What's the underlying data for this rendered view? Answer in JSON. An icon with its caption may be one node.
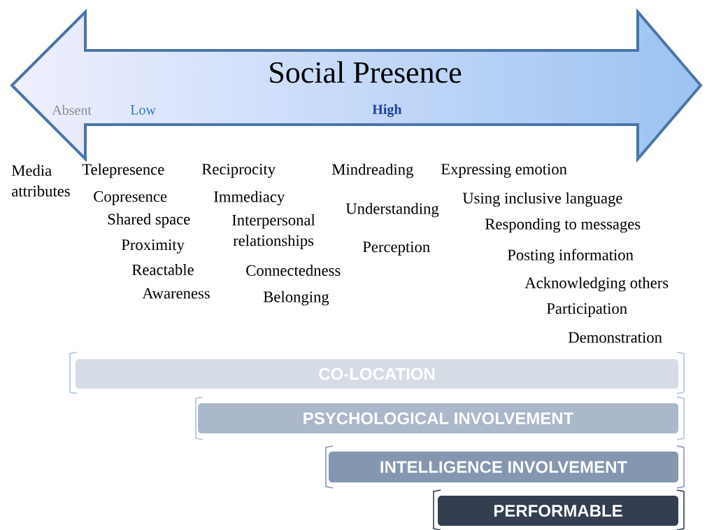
{
  "diagram": {
    "nodes": [
      {
        "text": [
          "Social Presence",
          "Absent",
          "Low",
          "High"
        ]
      },
      {
        "text": [
          "CO-LOCATION"
        ]
      },
      {
        "text": [
          "PSYCHOLOGICAL INVOLVEMENT"
        ]
      },
      {
        "text": [
          "INTELLIGENCE INVOLVEMENT"
        ]
      },
      {
        "text": [
          "PERFORMABLE"
        ]
      }
    ],
    "labels": [
      "Media attributes",
      "Telepresence",
      "Reciprocity",
      "Mindreading",
      "Expressing emotion",
      "Copresence",
      "Immediacy",
      "Using inclusive language",
      "Understanding",
      "Shared space",
      "Interpersonal relationships",
      "Responding to messages",
      "Proximity",
      "Perception",
      "Posting information",
      "Reactable",
      "Connectedness",
      "Acknowledging others",
      "Awareness",
      "Belonging",
      "Participation",
      "Demonstration"
    ]
  }
}
